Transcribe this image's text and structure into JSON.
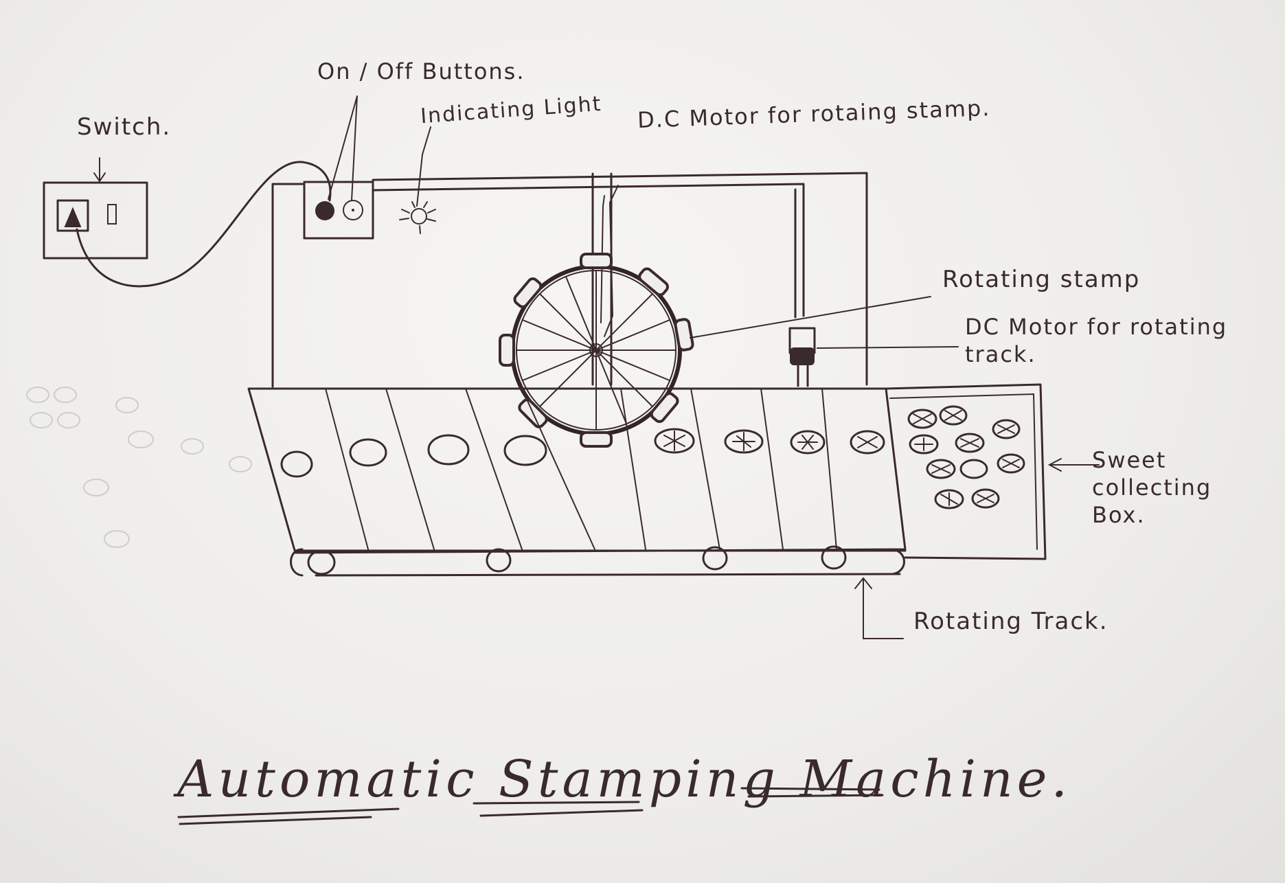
{
  "title": "Automatic Stamping Machine.",
  "labels": {
    "switch": "Switch.",
    "buttons": "On / Off Buttons.",
    "light": "Indicating Light",
    "stamp_motor": "D.C Motor for rotaing stamp.",
    "rotating_stamp": "Rotating stamp",
    "track_motor": "DC Motor for rotating\ntrack.",
    "collecting_box": "Sweet\ncollecting\nBox.",
    "rotating_track": "Rotating Track."
  },
  "colors": {
    "ink": "#3a2a2c",
    "paper": "#f2f1ee"
  }
}
